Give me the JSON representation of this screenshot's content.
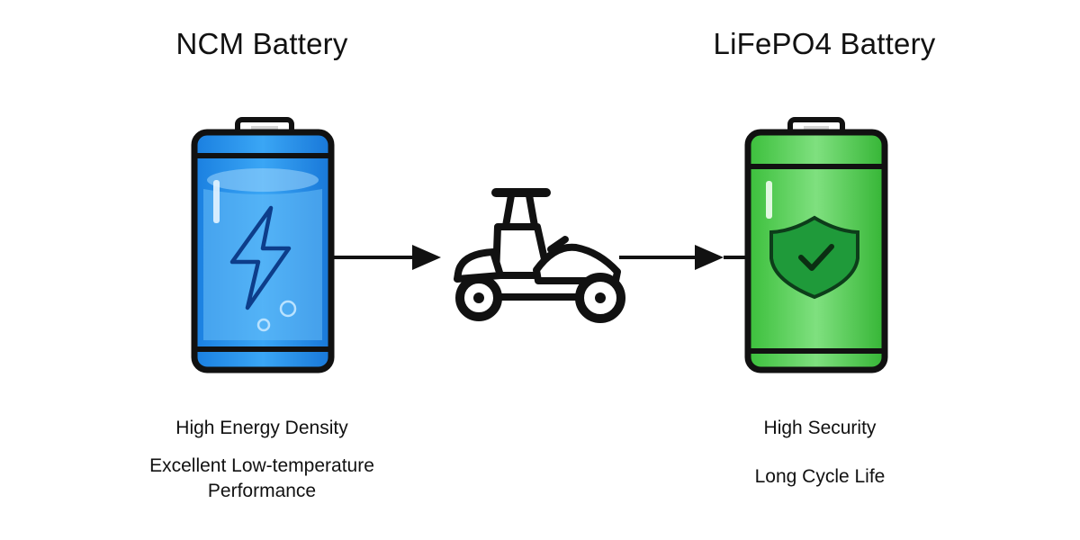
{
  "left": {
    "title": "NCM Battery",
    "features": [
      "High Energy Density",
      "Excellent Low-temperature\nPerformance"
    ],
    "color": "#1e8fe8"
  },
  "right": {
    "title": "LiFePO4 Battery",
    "features": [
      "High Security",
      "Long Cycle Life"
    ],
    "color": "#3fbf3f"
  },
  "icons": {
    "left_battery": "battery-lightning-icon",
    "center_vehicle": "electric-scooter-icon",
    "right_battery": "battery-shield-check-icon"
  }
}
